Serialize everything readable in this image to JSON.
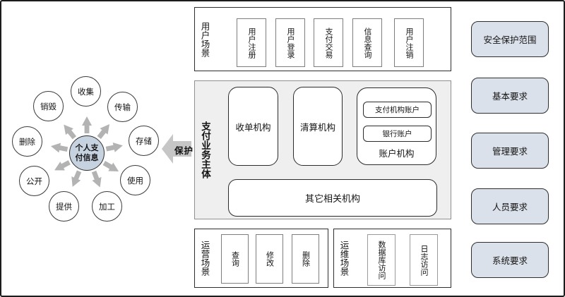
{
  "hub": {
    "center_label": "个人支付信息",
    "nodes": [
      "收集",
      "传输",
      "存储",
      "使用",
      "加工",
      "提供",
      "公开",
      "删除",
      "销毁"
    ],
    "protect_label": "保护"
  },
  "user_scenario": {
    "title": "用户场景",
    "items": [
      "用户注册",
      "用户登录",
      "支付交易",
      "信息查询",
      "用户注销"
    ]
  },
  "payment_entities": {
    "title": "支付业务主体",
    "acquirer": "收单机构",
    "clearing": "清算机构",
    "account_group": {
      "title": "账户机构",
      "items": [
        "支付机构账户",
        "银行账户"
      ]
    },
    "other": "其它相关机构"
  },
  "operation_scenario": {
    "title": "运营场景",
    "items": [
      "查询",
      "修改",
      "删除"
    ]
  },
  "maintenance_scenario": {
    "title": "运维场景",
    "items": [
      "数据库访问",
      "日志访问"
    ]
  },
  "requirements": [
    "安全保护范围",
    "基本要求",
    "管理要求",
    "人员要求",
    "系统要求"
  ],
  "colors": {
    "panel_bg": "#efefef",
    "requirement_fill": "#dbe1ea",
    "hub_center_fill": "#c7d2e0",
    "radial_arrow": "#b3b3b3",
    "protect_arrow": "#c6c6c6",
    "frame_border": "#1c1c1c"
  }
}
